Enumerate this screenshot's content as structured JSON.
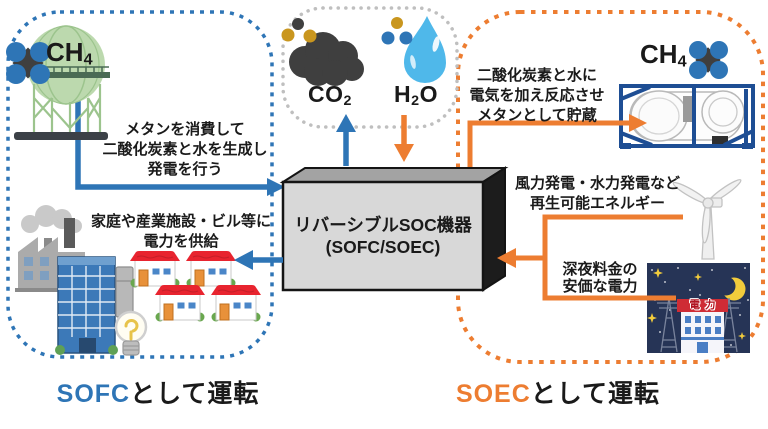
{
  "colors": {
    "sofc_blue": "#2E75B6",
    "soec_orange": "#ED7D31",
    "emission_border_gray": "#BFBFBF",
    "text_dark": "#1A1A1A",
    "house_roof_red": "#E8242F",
    "night_sky_navy": "#263456"
  },
  "device": {
    "name": "リバーシブルSOC機器",
    "modes": "(SOFC/SOEC)"
  },
  "emissions": {
    "co2": {
      "base": "CO",
      "sub": "2"
    },
    "h2o": {
      "pre": "H",
      "sub": "2",
      "post": "O"
    }
  },
  "sofc_zone": {
    "methane": {
      "base": "CH",
      "sub": "4"
    },
    "consume_note": [
      "メタンを消費して",
      "二酸化炭素と水を生成し",
      "発電を行う"
    ],
    "supply_note": [
      "家庭や産業施設・ビル等に",
      "電力を供給"
    ],
    "caption": {
      "mode": "SOFC",
      "text": "として運転"
    }
  },
  "soec_zone": {
    "methane": {
      "base": "CH",
      "sub": "4"
    },
    "store_note": [
      "二酸化炭素と水に",
      "電気を加え反応させ",
      "メタンとして貯蔵"
    ],
    "renewable_note": [
      "風力発電・水力発電など",
      "再生可能エネルギー"
    ],
    "night_note": [
      "深夜料金の",
      "安価な電力"
    ],
    "power_sign": "電力",
    "caption": {
      "mode": "SOEC",
      "text": "として運転"
    }
  },
  "icons": {
    "gas-holder-icon": "spherical-gas-tank",
    "methane-molecule-icon": "ch4-molecule",
    "co2-cloud-icon": "dark-cloud",
    "co2-molecule-icon": "co2-molecule",
    "water-drop-icon": "droplet",
    "h2o-molecule-icon": "h2o-molecule",
    "tank-container-icon": "iso-tank-container",
    "wind-turbine-icon": "wind-turbine",
    "factory-icon": "factory-with-smoke",
    "office-building-icon": "blue-office-building",
    "light-bulb-icon": "light-bulb",
    "house-icon": "red-roof-house",
    "night-power-icon": "night-power-station"
  }
}
